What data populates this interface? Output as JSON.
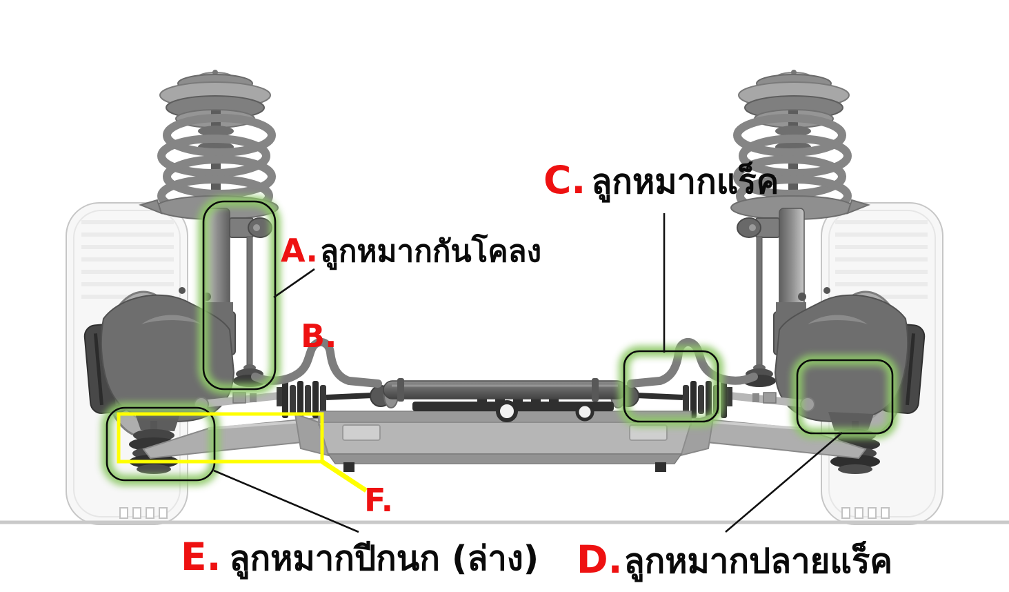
{
  "labels": {
    "a": {
      "letter": "A.",
      "text": "ลูกหมากกันโคลง"
    },
    "b": {
      "letter": "B.",
      "text": ""
    },
    "c": {
      "letter": "C.",
      "text": "ลูกหมากแร็ค"
    },
    "d": {
      "letter": "D.",
      "text": "ลูกหมากปลายแร็ค"
    },
    "e": {
      "letter": "E.",
      "text": "ลูกหมากปีกนก (ล่าง)"
    },
    "f": {
      "letter": "F.",
      "text": ""
    }
  },
  "colors": {
    "label_letter": "#ee1111",
    "label_text": "#0a0a0a",
    "highlight_glow": "#8fc969",
    "highlight_outline": "#0a0a0a",
    "callout_yellow": "#ffff00",
    "ground_line": "#c9c9c9"
  }
}
